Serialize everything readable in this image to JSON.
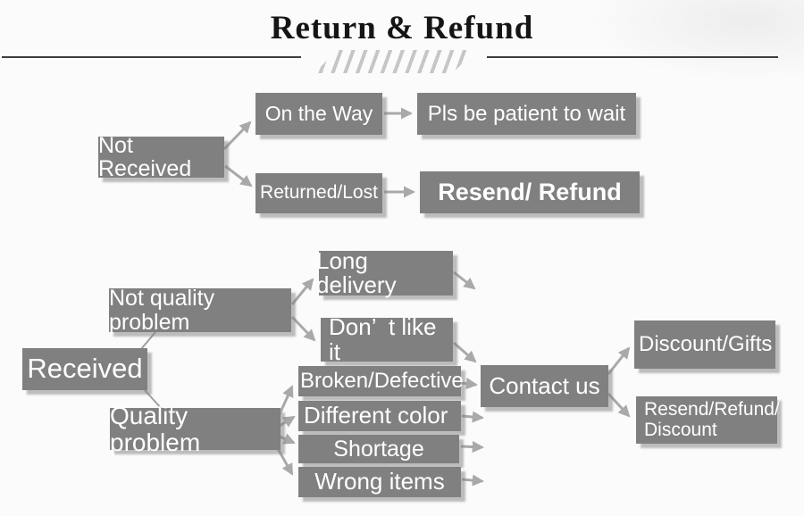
{
  "title": "Return & Refund",
  "colors": {
    "background": "#fbfbfb",
    "node_bg": "#808080",
    "node_text": "#ffffff",
    "arrow": "#a9a9a9",
    "title_text": "#151515",
    "rule": "#3d3d3d",
    "hatch": "#c6c6c6"
  },
  "nodes": {
    "not_received": {
      "label": "Not Received"
    },
    "on_the_way": {
      "label": "On the Way"
    },
    "pls_wait": {
      "label": "Pls be patient to wait"
    },
    "returned_lost": {
      "label": "Returned/Lost"
    },
    "resend_refund": {
      "label": "Resend/ Refund"
    },
    "received": {
      "label": "Received"
    },
    "not_quality": {
      "label": "Not quality problem"
    },
    "quality": {
      "label": "Quality problem"
    },
    "long_delivery": {
      "label": "Long delivery"
    },
    "dont_like": {
      "label": "Don’  t like it"
    },
    "broken": {
      "label": "Broken/Defective"
    },
    "diff_color": {
      "label": "Different color"
    },
    "shortage": {
      "label": "Shortage"
    },
    "wrong_items": {
      "label": "Wrong items"
    },
    "contact_us": {
      "label": "Contact us"
    },
    "discount_gifts": {
      "label": "Discount/Gifts"
    },
    "resend_discount": {
      "label": "Resend/Refund/\nDiscount"
    }
  }
}
